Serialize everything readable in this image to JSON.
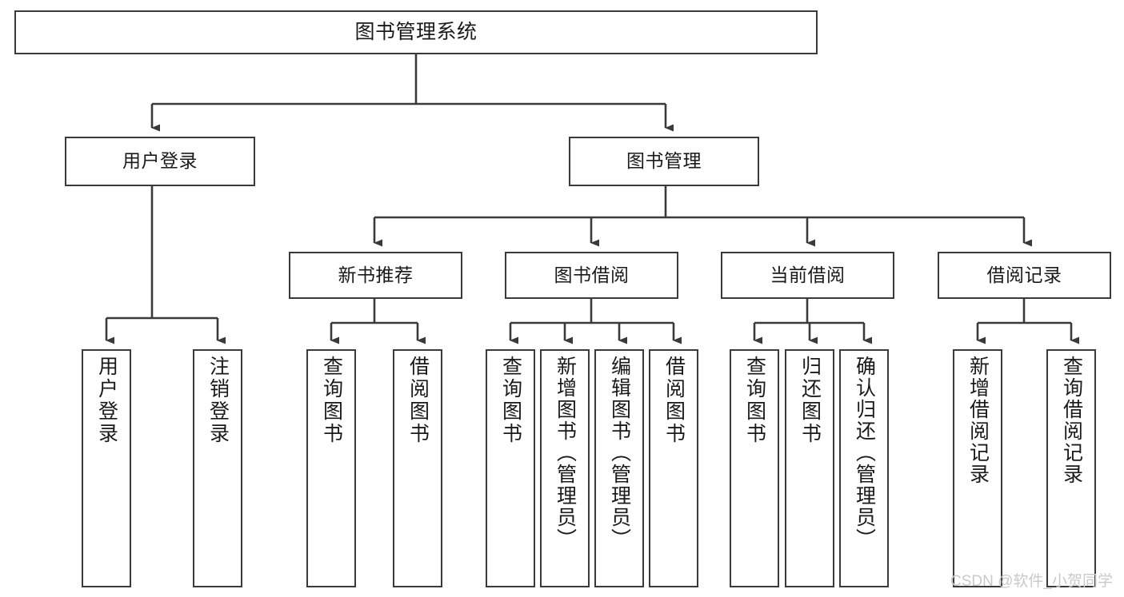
{
  "diagram": {
    "title": "图书管理系统",
    "type": "tree",
    "colors": {
      "background": "#ffffff",
      "box_border": "#3a3a3a",
      "box_fill": "#ffffff",
      "text": "#1a1a1a",
      "edge": "#3a3a3a",
      "watermark": "#c9c9c9"
    },
    "nodes": {
      "root": {
        "label": "图书管理系统"
      },
      "level2": [
        {
          "label": "用户登录"
        },
        {
          "label": "图书管理"
        }
      ],
      "level3": [
        {
          "label": "新书推荐"
        },
        {
          "label": "图书借阅"
        },
        {
          "label": "当前借阅"
        },
        {
          "label": "借阅记录"
        }
      ],
      "leaves": {
        "user_login": [
          {
            "label": "用户登录"
          },
          {
            "label": "注销登录"
          }
        ],
        "new_book_recommend": [
          {
            "label": "查询图书"
          },
          {
            "label": "借阅图书"
          }
        ],
        "book_borrow": [
          {
            "label": "查询图书"
          },
          {
            "label": "新增图书（管理员）"
          },
          {
            "label": "编辑图书（管理员）"
          },
          {
            "label": "借阅图书"
          }
        ],
        "current_borrow": [
          {
            "label": "查询图书"
          },
          {
            "label": "归还图书"
          },
          {
            "label": "确认归还（管理员）"
          }
        ],
        "borrow_records": [
          {
            "label": "新增借阅记录"
          },
          {
            "label": "查询借阅记录"
          }
        ]
      }
    },
    "watermark": "CSDN @软件_小贺同学"
  }
}
